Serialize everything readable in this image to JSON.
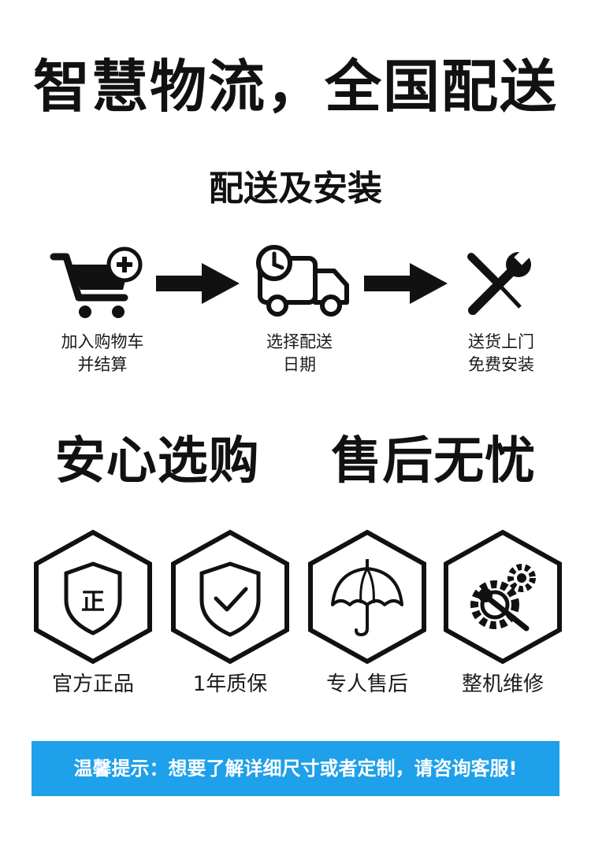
{
  "hero_title": "智慧物流，全国配送",
  "sub_title": "配送及安装",
  "steps": [
    {
      "icon": "shopping-cart-add-icon",
      "line1": "加入购物车",
      "line2": "并结算"
    },
    {
      "icon": "delivery-truck-clock-icon",
      "line1": "选择配送",
      "line2": "日期"
    },
    {
      "icon": "tools-wrench-screwdriver-icon",
      "line1": "送货上门",
      "line2": "免费安装"
    }
  ],
  "slogan": {
    "left": "安心选购",
    "right": "售后无忧"
  },
  "features": [
    {
      "icon": "shield-zheng-icon",
      "label": "官方正品",
      "glyph": "正"
    },
    {
      "icon": "shield-check-icon",
      "label": "1年质保"
    },
    {
      "icon": "umbrella-icon",
      "label": "专人售后"
    },
    {
      "icon": "gears-wrench-icon",
      "label": "整机维修"
    }
  ],
  "tip": "温馨提示：想要了解详细尺寸或者定制，请咨询客服!",
  "colors": {
    "tip_bar": "#1ea0ea",
    "ink": "#111111"
  }
}
